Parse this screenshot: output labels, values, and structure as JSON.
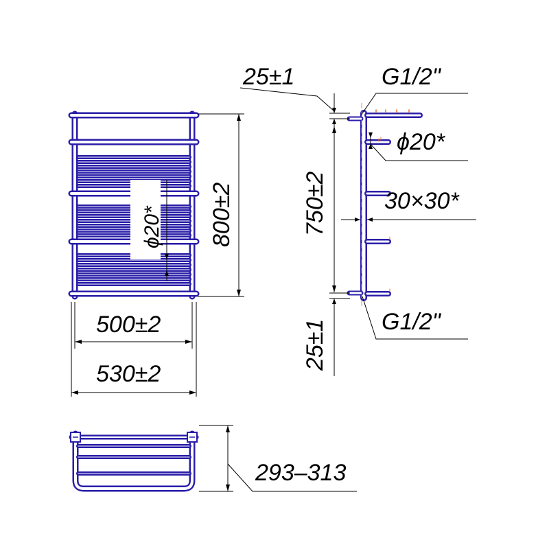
{
  "colors": {
    "frame_outline": "#2a1ea8",
    "frame_inner": "#ffffff",
    "dimension": "#000000",
    "accent": "#e8742c"
  },
  "dimensions": {
    "gap_top": "25±1",
    "thread_top": "G1/2\"",
    "diameter_side": "ϕ20*",
    "profile_square": "30×30*",
    "centers_height": "750±2",
    "thread_bottom": "G1/2\"",
    "gap_bottom": "25±1",
    "overall_height": "800±2",
    "diameter_front": "ϕ20*",
    "inner_width": "500±2",
    "outer_width": "530±2",
    "depth_range": "293–313"
  }
}
